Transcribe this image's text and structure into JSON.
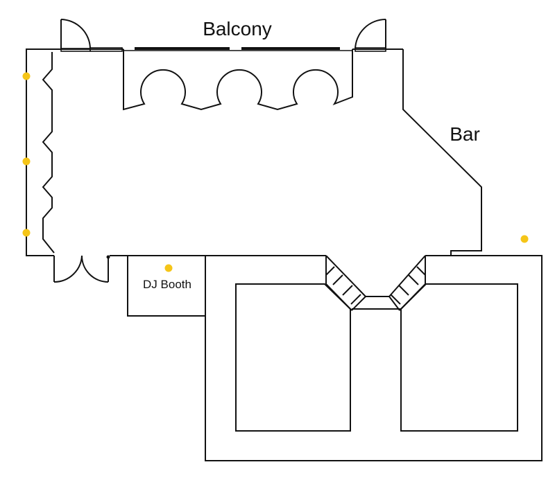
{
  "labels": {
    "balcony": "Balcony",
    "bar": "Bar",
    "dj_booth": "DJ Booth"
  },
  "colors": {
    "wall": "#111111",
    "marker": "#F5C518",
    "background": "#ffffff"
  },
  "icons": {
    "marker": "yellow-dot-icon",
    "door": "door-swing-icon"
  }
}
